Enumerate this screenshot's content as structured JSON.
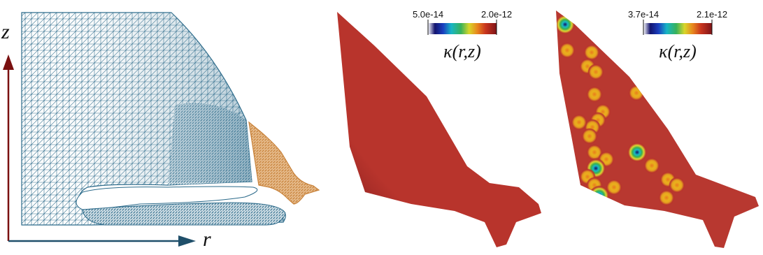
{
  "panel_mesh": {
    "axis_labels": {
      "vertical": "z",
      "horizontal": "r"
    },
    "colors": {
      "main_mesh": "#2b6a8a",
      "secondary_mesh": "#c8823a",
      "axis": "#7a1010",
      "axis_horizontal": "#1f4f6a"
    }
  },
  "panel_smooth": {
    "colorbar": {
      "min_label": "5.0e-14",
      "max_label": "2.0e-12"
    },
    "field_label": "κ(r,z)"
  },
  "panel_random": {
    "colorbar": {
      "min_label": "3.7e-14",
      "max_label": "2.1e-12"
    },
    "field_label": "κ(r,z)",
    "background_color": "#b83830"
  }
}
